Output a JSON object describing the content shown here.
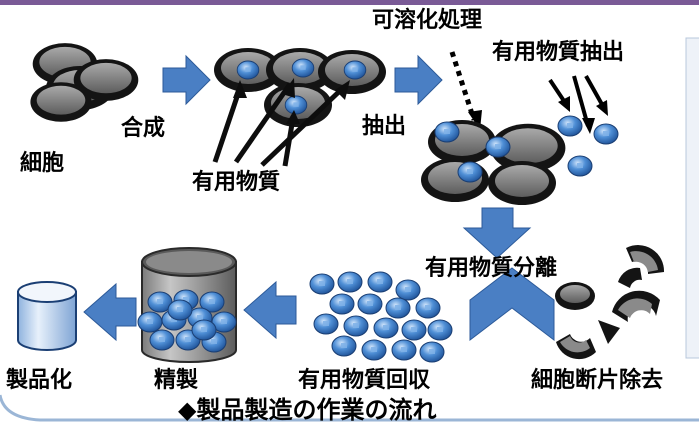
{
  "labels": {
    "cells": "細胞",
    "synthesis": "合成",
    "useful_substance": "有用物質",
    "solubilization": "可溶化処理",
    "extract_substance": "有用物質抽出",
    "extraction": "抽出",
    "separation": "有用物質分離",
    "product": "製品化",
    "purification": "精製",
    "recovery": "有用物質回収",
    "debris_removal": "細胞断片除去"
  },
  "caption": "◆製品製造の作業の流れ",
  "colors": {
    "arrow_blue": "#4a7fc4",
    "sphere_blue": "#4f8fd6",
    "cell_dark": "#141414",
    "cell_gray": "#8a8a8a"
  }
}
